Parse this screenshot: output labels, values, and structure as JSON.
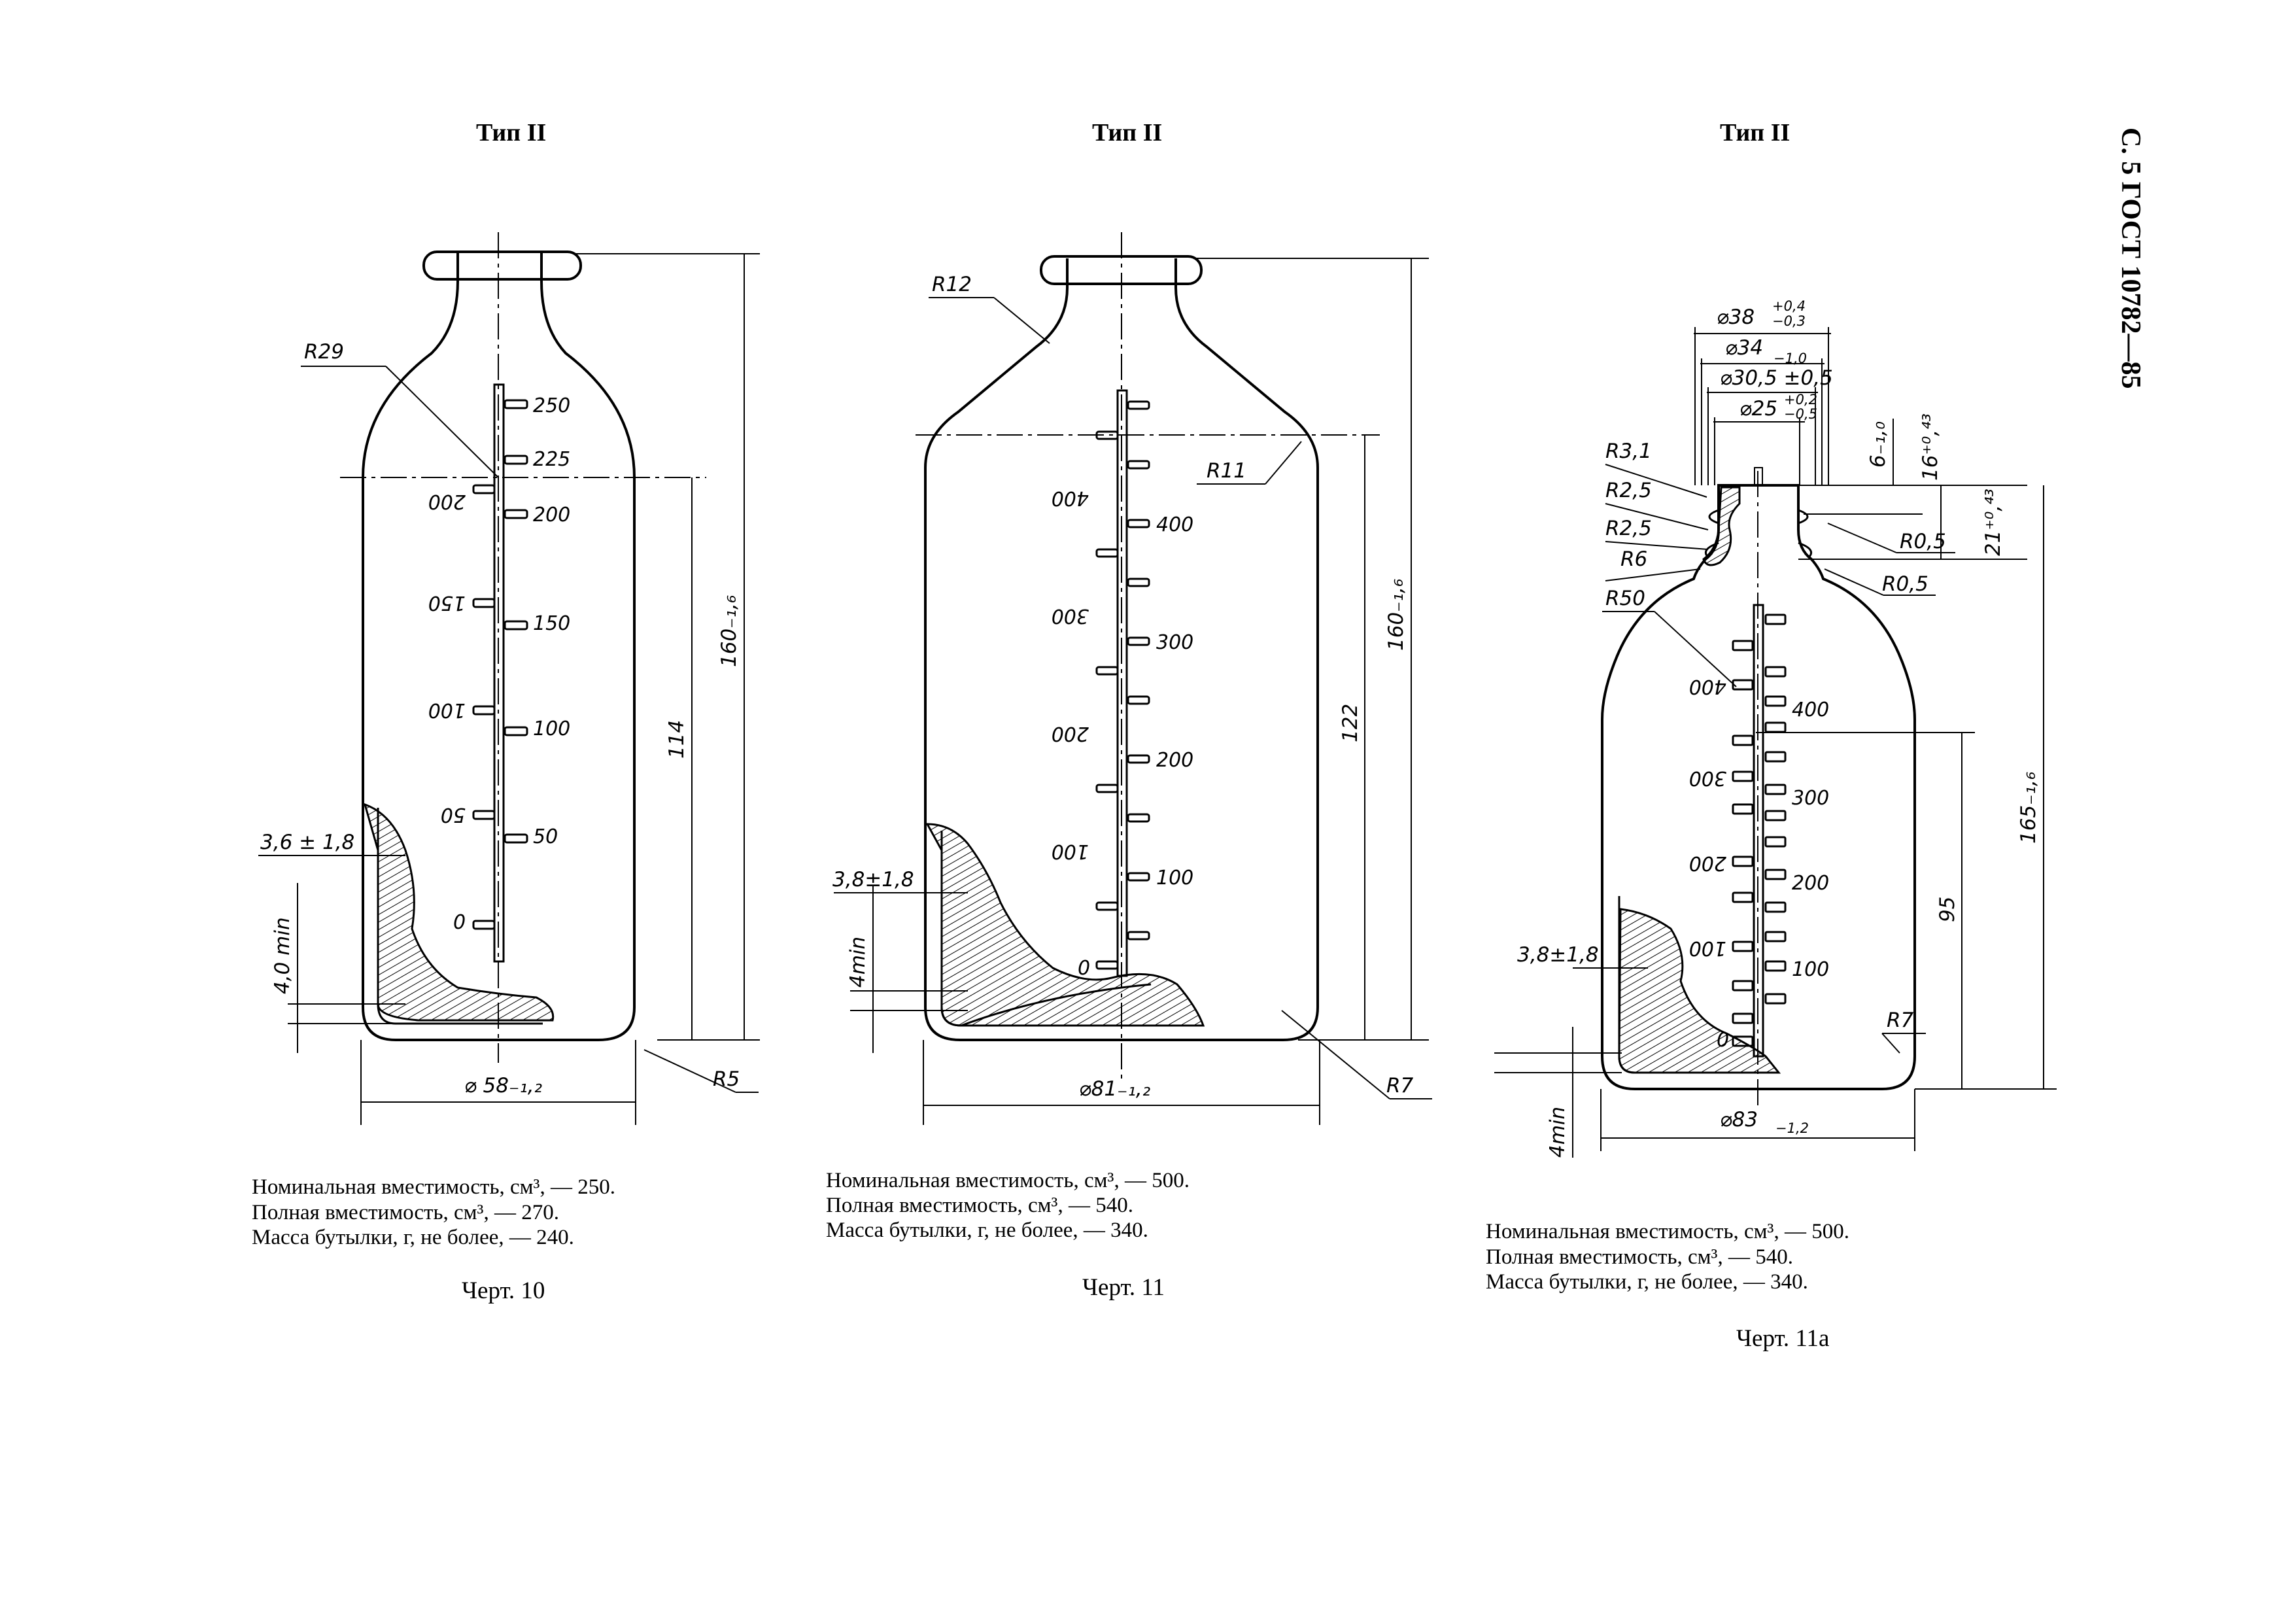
{
  "page_header": "С. 5 ГОСТ 10782—85",
  "drawings": [
    {
      "id": "d10",
      "type_label": "Тип II",
      "caption": "Черт. 10",
      "notes": [
        "Номинальная вместимость, см³, — 250.",
        "Полная вместимость, см³, — 270.",
        "Масса бутылки, г, не более, — 240."
      ],
      "radius_labels": [
        "R29",
        "R5"
      ],
      "wall_label": "3,6 ± 1,8",
      "bottom_label": "4,0 min",
      "diameter_label": "⌀ 58₋₁,₂",
      "height_label": "160₋₁,₆",
      "shoulder_height_label": "114",
      "scale_right": [
        "250",
        "225",
        "200",
        "150",
        "100",
        "50"
      ],
      "scale_left": [
        "200",
        "150",
        "100",
        "50",
        "0"
      ]
    },
    {
      "id": "d11",
      "type_label": "Тип II",
      "caption": "Черт. 11",
      "notes": [
        "Номинальная вместимость, см³, — 500.",
        "Полная вместимость, см³, — 540.",
        "Масса бутылки, г, не более, — 340."
      ],
      "radius_labels": [
        "R12",
        "R11",
        "R7"
      ],
      "wall_label": "3,8±1,8",
      "bottom_label": "4min",
      "diameter_label": "⌀81₋₁,₂",
      "height_label": "160₋₁,₆",
      "shoulder_height_label": "122",
      "scale_right": [
        "400",
        "300",
        "200",
        "100"
      ],
      "scale_left": [
        "400",
        "300",
        "200",
        "100",
        "0"
      ]
    },
    {
      "id": "d11a",
      "type_label": "Тип II",
      "caption": "Черт. 11а",
      "notes": [
        "Номинальная вместимость, см³, — 500.",
        "Полная вместимость, см³, — 540.",
        "Масса бутылки, г, не более, — 340."
      ],
      "radius_labels": [
        "R3,1",
        "R2,5",
        "R2,5",
        "R6",
        "R50",
        "R0,5",
        "R0,5",
        "R7"
      ],
      "neck_diameters": [
        "⌀38",
        "⌀34",
        "⌀30,5 ±0,5",
        "⌀25"
      ],
      "neck_tolerances": [
        "+0,4",
        "−0,3",
        "−1,0",
        "+0,2",
        "−0,5"
      ],
      "neck_heights": [
        "6₋₁,₀",
        "16⁺⁰,⁴³",
        "21⁺⁰,⁴³"
      ],
      "wall_label": "3,8±1,8",
      "bottom_label": "4min",
      "diameter_label": "⌀83",
      "diameter_tol": "−1,2",
      "height_label": "165₋₁,₆",
      "shoulder_height_label": "95",
      "scale_right": [
        "400",
        "300",
        "200",
        "100"
      ],
      "scale_left": [
        "400",
        "300",
        "200",
        "100",
        "0"
      ]
    }
  ]
}
